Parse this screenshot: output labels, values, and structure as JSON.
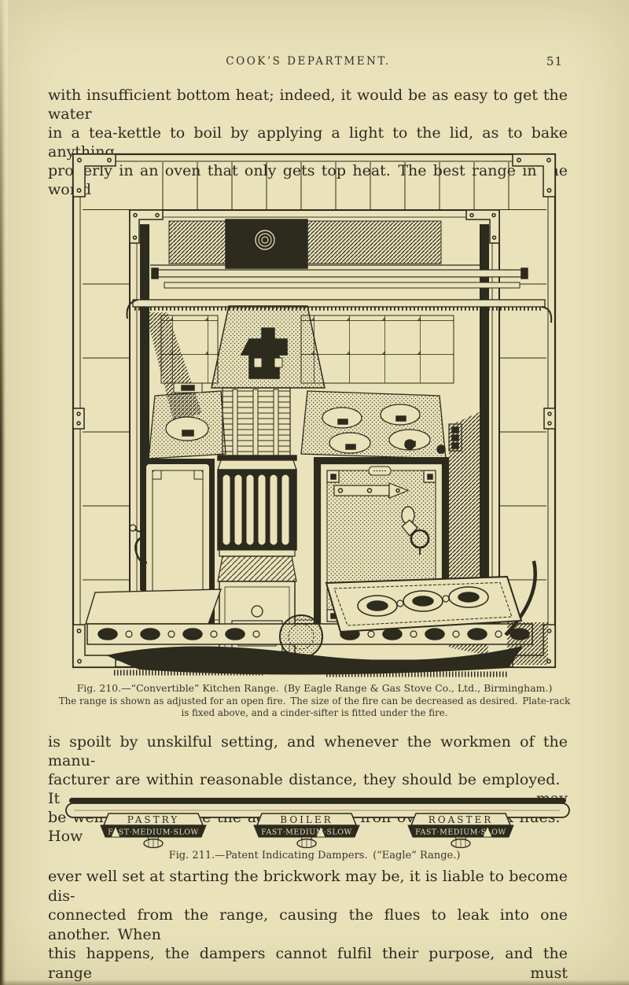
{
  "page": {
    "header": "COOK’S DEPARTMENT.",
    "page_number": "51"
  },
  "paragraph1": {
    "line1": "with insufficient bottom heat; indeed, it would be as easy to get the water",
    "line2": "in a tea-kettle to boil by applying a light to the lid, as to bake anything",
    "line3": "properly in an oven that only gets top heat. The best range in the world"
  },
  "fig210": {
    "caption": "Fig. 210.—“Convertible” Kitchen Range. (By Eagle Range & Gas Stove Co., Ltd., Birmingham.)",
    "subcaption_line1": "The range is shown as adjusted for an open fire. The size of the fire can be decreased as desired. Plate-rack",
    "subcaption_line2": "is fixed above, and a cinder-sifter is fitted under the fire."
  },
  "paragraph2": {
    "line1": "is spoilt by unskilful setting, and whenever the workmen of the manu-",
    "line2": "facturer are within reasonable distance, they should be employed. It may",
    "line3": "be well to emphasize the advantages of iron over brickwork flues. How"
  },
  "fig211": {
    "caption": "Fig. 211.—Patent Indicating Dampers. (“Eagle” Range.)",
    "dampers": [
      {
        "name": "PASTRY",
        "scale": "FAST·MEDIUM·SLOW"
      },
      {
        "name": "BOILER",
        "scale": "FAST·MEDIUM·SLOW"
      },
      {
        "name": "ROASTER",
        "scale": "FAST·MEDIUM·SLOW"
      }
    ]
  },
  "paragraph3": {
    "line1": "ever well set at starting the brickwork may be, it is liable to become dis-",
    "line2": "connected from the range, causing the flues to leak into one another. When",
    "line3": "this happens, the dampers cannot fulfil their purpose, and the range must"
  },
  "colors": {
    "paper": "#e9e2ba",
    "ink": "#2d2a1e"
  }
}
